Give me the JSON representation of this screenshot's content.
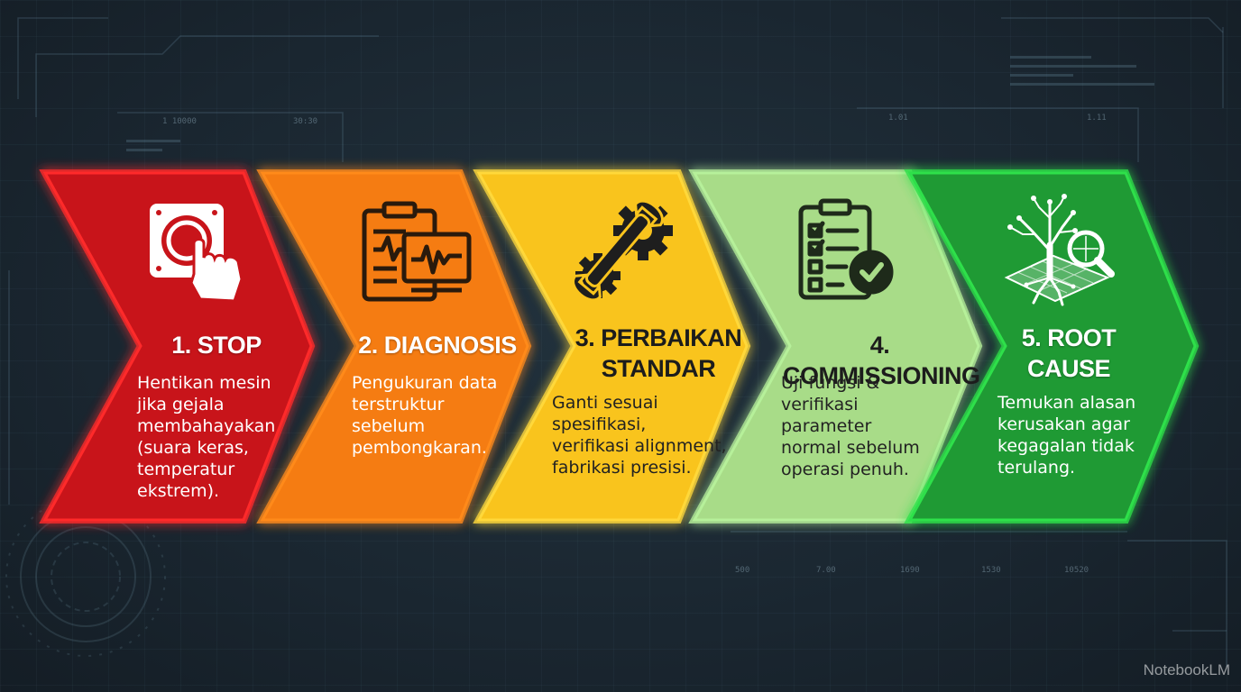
{
  "steps": [
    {
      "title": "1. STOP",
      "description": "Hentikan mesin\njika gejala\nmembahayakan\n(suara keras,\ntemperatur\nekstrem).",
      "icon": "emergency-stop-button-icon",
      "fill": "#c8141a",
      "glow": "#ff2a2a"
    },
    {
      "title": "2. DIAGNOSIS",
      "description": "Pengukuran data\nterstruktur\nsebelum\npembongkaran.",
      "icon": "clipboard-monitor-icon",
      "fill": "#f57c12",
      "glow": "#ff8a1a"
    },
    {
      "title": "3. PERBAIKAN\nSTANDAR",
      "description": "Ganti sesuai\nspesifikasi,\nverifikasi alignment,\nfabrikasi presisi.",
      "icon": "wrench-gears-icon",
      "fill": "#f9c41d",
      "glow": "#ffd83a"
    },
    {
      "title": "4. COMMISSIONING",
      "description": "Uji fungsi &\nverifikasi\nparameter\nnormal sebelum\noperasi penuh.",
      "icon": "checklist-clipboard-icon",
      "fill": "#a8dc88",
      "glow": "#b6f09a"
    },
    {
      "title": "5. ROOT\nCAUSE",
      "description": "Temukan alasan\nkerusakan agar\nkegagalan tidak\nterulang.",
      "icon": "tree-magnifier-icon",
      "fill": "#1f9a34",
      "glow": "#2ee04a"
    }
  ],
  "hud_labels": [
    "1 10000",
    "30:30",
    "1.01",
    "1.11",
    "500",
    "7.00",
    "1690",
    "1530",
    "10520"
  ],
  "watermark": "NotebookLM"
}
